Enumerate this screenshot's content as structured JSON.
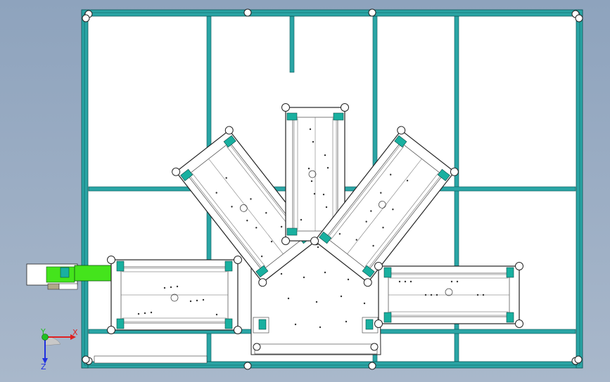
{
  "view": {
    "background": [
      "#8ea3bd",
      "#a9b8cb"
    ]
  },
  "frame": {
    "profile_color": "#2aa5a5",
    "profile_dark": "#0b5757",
    "glass_color": "#ffffff"
  },
  "machine": {
    "stations": 5,
    "module_color": "#ffffff",
    "line_color": "#222222",
    "sensor_color": "#19b0a0",
    "feed_conveyor_color": "#44e41c"
  },
  "triad": {
    "x_label": "X",
    "y_label": "Y",
    "z_label": "Z",
    "x_color": "#e02020",
    "y_color": "#20c020",
    "z_color": "#2030e0"
  }
}
